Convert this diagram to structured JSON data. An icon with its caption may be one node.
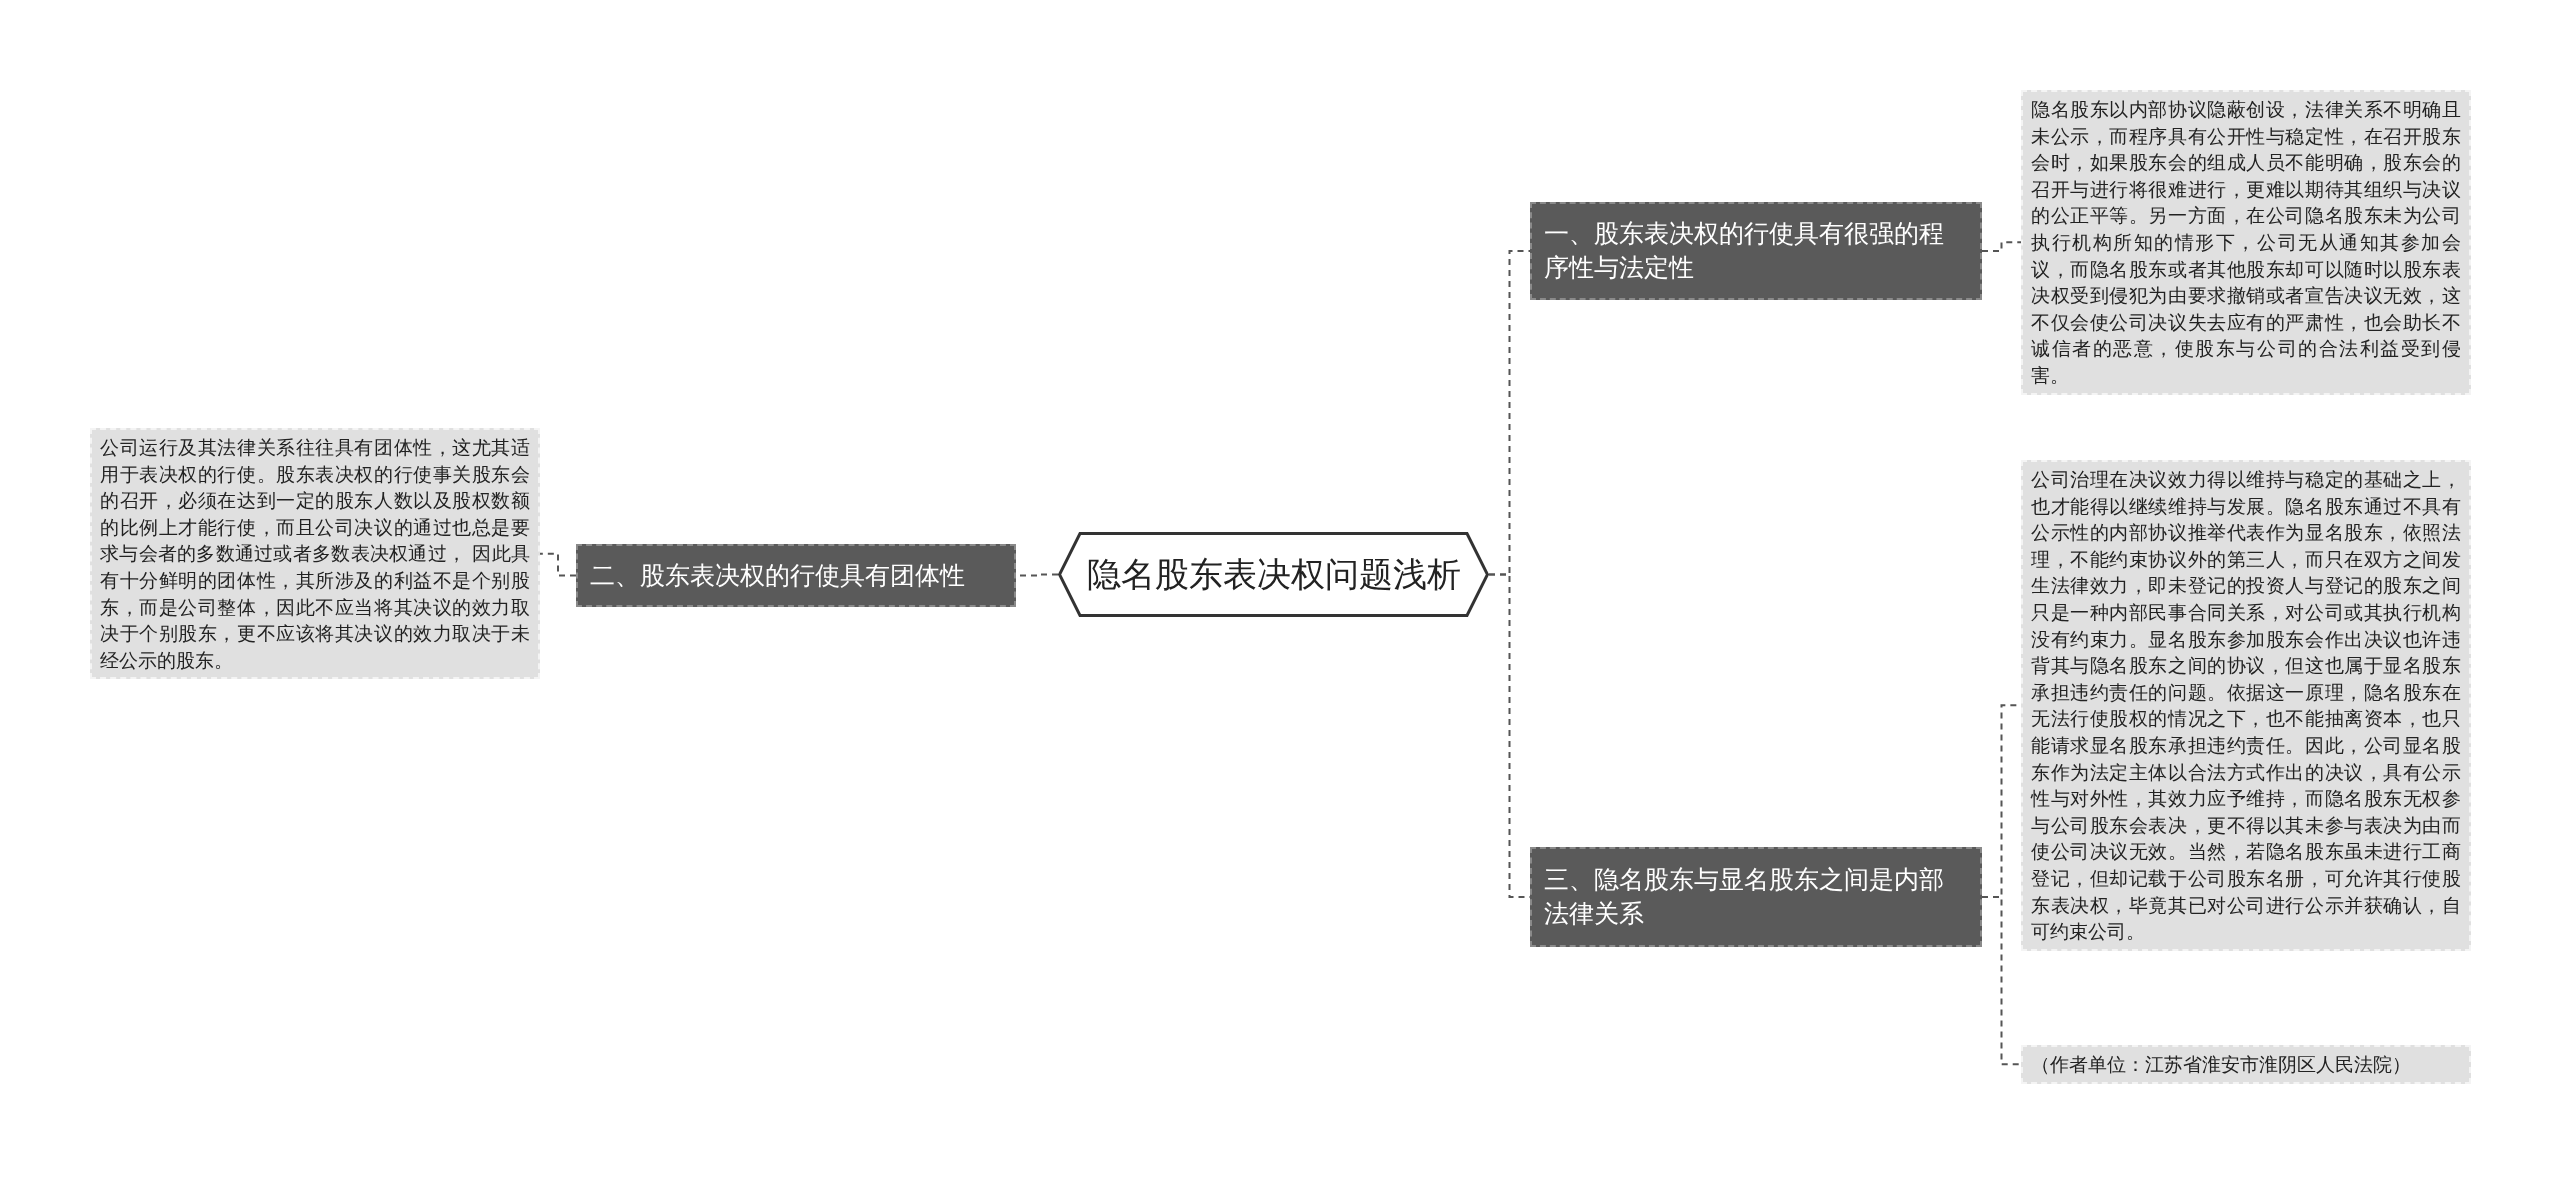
{
  "diagram": {
    "nodes": [
      {
        "text": [
          "隐名股东表决权问题浅析"
        ]
      },
      {
        "text": [
          "一、股东表决权的行使具有很强的程序性与法定性"
        ]
      },
      {
        "text": [
          "隐名股东以内部协议隐蔽创设，法律关系不明确且未公示，而程序具有公开性与稳定性，在召开股东会时，如果股东会的组成人员不能明确，股东会的召开与进行将很难进行，更难以期待其组织与决议的公正平等。另一方面，在公司隐名股东未为公司执行机构所知的情形下，公司无从通知其参加会议，而隐名股东或者其他股东却可以随时以股东表决权受到侵犯为由要求撤销或者宣告决议无效，这不仅会使公司决议失去应有的严肃性，也会助长不诚信者的恶意，使股东与公司的合法利益受到侵害。"
        ]
      },
      {
        "text": [
          "二、股东表决权的行使具有团体性"
        ]
      },
      {
        "text": [
          "公司运行及其法律关系往往具有团体性，这尤其适用于表决权的行使。股东表决权的行使事关股东会的召开，必须在达到一定的股东人数以及股权数额的比例上才能行使，而且公司决议的通过也总是要求与会者的多数通过或者多数表决权通过， 因此具有十分鲜明的团体性，其所涉及的利益不是个别股东，而是公司整体，因此不应当将其决议的效力取决于个别股东，更不应该将其决议的效力取决于未经公示的股东。"
        ]
      },
      {
        "text": [
          "三、隐名股东与显名股东之间是内部法律关系"
        ]
      },
      {
        "text": [
          "公司治理在决议效力得以维持与稳定的基础之上，也才能得以继续维持与发展。隐名股东通过不具有公示性的内部协议推举代表作为显名股东，依照法理，不能约束协议外的第三人，而只在双方之间发生法律效力，即未登记的投资人与登记的股东之间只是一种内部民事合同关系，对公司或其执行机构没有约束力。显名股东参加股东会作出决议也许违背其与隐名股东之间的协议，但这也属于显名股东承担违约责任的问题。依据这一原理，隐名股东在无法行使股权的情况之下，也不能抽离资本，也只能请求显名股东承担违约责任。因此，公司显名股东作为法定主体以合法方式作出的决议，具有公示性与对外性，其效力应予维持，而隐名股东无权参与公司股东会表决，更不得以其未参与表决为由而使公司决议无效。当然，若隐名股东虽未进行工商登记，但却记载于公司股东名册，可允许其行使股东表决权，毕竟其已对公司进行公示并获确认，自可约束公司。"
        ]
      },
      {
        "text": [
          "（作者单位：江苏省淮安市淮阴区人民法院）"
        ]
      }
    ],
    "edges": [
      {
        "from": 0,
        "to": 1,
        "arrow": "none"
      },
      {
        "from": 1,
        "to": 2,
        "arrow": "none"
      },
      {
        "from": 0,
        "to": 3,
        "arrow": "none"
      },
      {
        "from": 3,
        "to": 4,
        "arrow": "none"
      },
      {
        "from": 0,
        "to": 5,
        "arrow": "none"
      },
      {
        "from": 5,
        "to": 6,
        "arrow": "none"
      },
      {
        "from": 5,
        "to": 7,
        "arrow": "none"
      }
    ]
  }
}
